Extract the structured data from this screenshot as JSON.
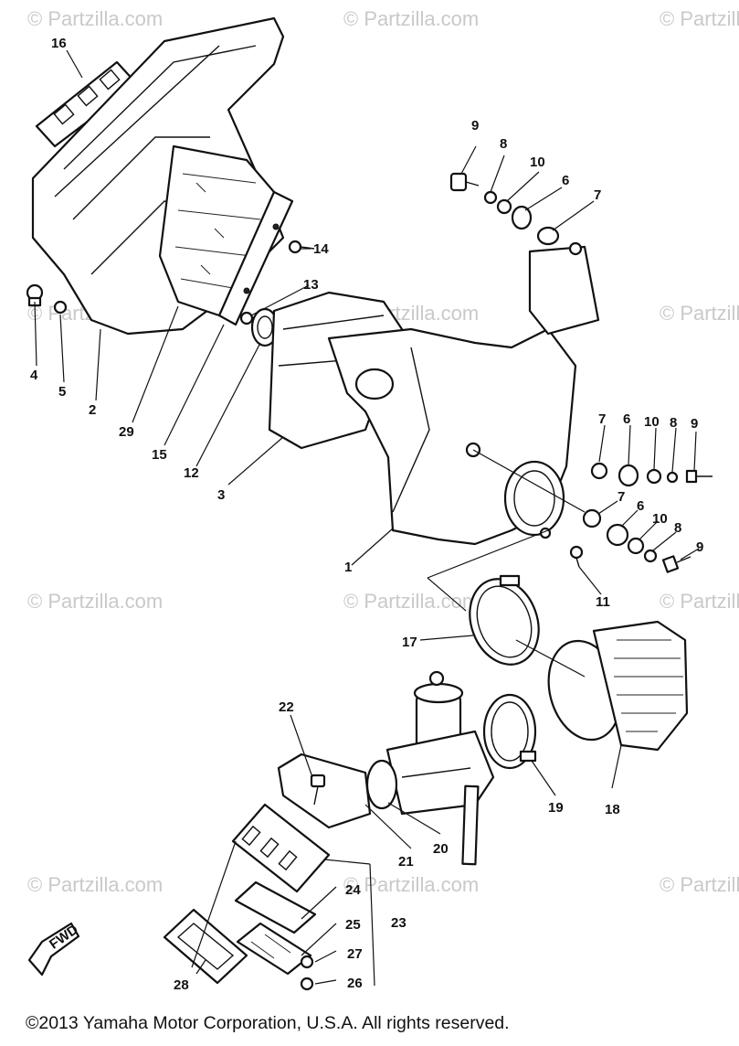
{
  "watermark_text": "© Partzilla.com",
  "copyright": "©2013  Yamaha Motor Corporation, U.S.A. All rights reserved.",
  "fwd_label": "FWD",
  "callouts": [
    "16",
    "9",
    "8",
    "10",
    "6",
    "7",
    "14",
    "13",
    "4",
    "5",
    "2",
    "29",
    "15",
    "12",
    "3",
    "7",
    "6",
    "10",
    "8",
    "9",
    "7",
    "6",
    "10",
    "8",
    "9",
    "1",
    "11",
    "17",
    "22",
    "19",
    "18",
    "21",
    "20",
    "24",
    "23",
    "25",
    "27",
    "28",
    "26"
  ]
}
